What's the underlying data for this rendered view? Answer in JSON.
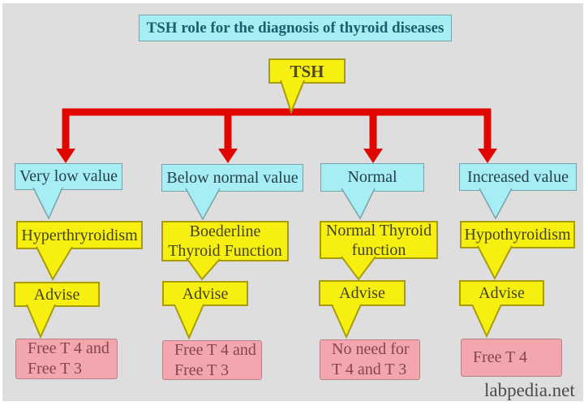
{
  "title": "TSH role for the diagnosis of thyroid diseases",
  "root_label": "TSH",
  "watermark": "labpedia.net",
  "columns": [
    {
      "value": "Very low value",
      "diagnosis_lines": [
        "Hyperthryroidism"
      ],
      "advise": "Advise",
      "result_lines": [
        "Free T 4 and",
        "Free T 3"
      ]
    },
    {
      "value": "Below normal value",
      "diagnosis_lines": [
        "Boederline",
        "Thyroid Function"
      ],
      "advise": "Advise",
      "result_lines": [
        "Free T 4 and",
        "Free T 3"
      ]
    },
    {
      "value": "Normal",
      "diagnosis_lines": [
        "Normal Thyroid",
        "function"
      ],
      "advise": "Advise",
      "result_lines": [
        "No need for",
        "T 4 and T 3"
      ]
    },
    {
      "value": "Increased value",
      "diagnosis_lines": [
        "Hypothyroidism"
      ],
      "advise": "Advise",
      "result_lines": [
        "Free T 4"
      ]
    }
  ],
  "colors": {
    "bg": "#dedede",
    "cyan-fill": "#a7edf4",
    "cyan-border": "#76a3ab",
    "cyan-text": "#24414b",
    "yellow-fill": "#f6ef10",
    "yellow-border": "#a99c0a",
    "yellow-text": "#45431f",
    "pink-fill": "#f3a6ad",
    "pink-border": "#b98289",
    "pink-text": "#84464b",
    "red": "#e10600",
    "title-text": "#19606b",
    "watermark-text": "#4c4c4c"
  }
}
